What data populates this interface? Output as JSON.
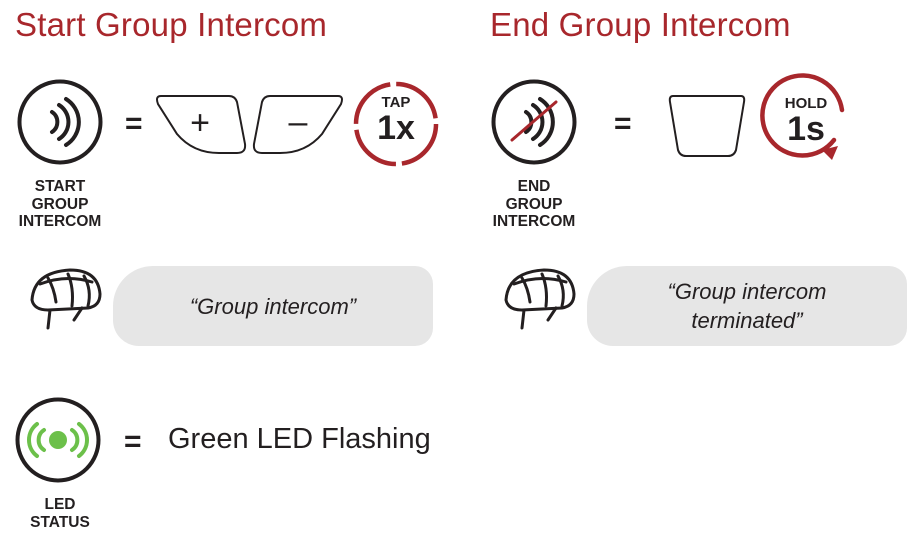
{
  "start": {
    "title": "Start Group Intercom",
    "icon_caption": "START\nGROUP\nINTERCOM",
    "equals": "=",
    "buttons": [
      {
        "label": "+"
      },
      {
        "label": "–"
      }
    ],
    "action": {
      "word": "TAP",
      "count": "1x"
    },
    "voice_prompt": "“Group intercom”"
  },
  "end": {
    "title": "End Group Intercom",
    "icon_caption": "END\nGROUP\nINTERCOM",
    "equals": "=",
    "action": {
      "word": "HOLD",
      "count": "1s"
    },
    "voice_prompt": "“Group intercom\nterminated”"
  },
  "led": {
    "caption": "LED\nSTATUS",
    "equals": "=",
    "description": "Green LED Flashing",
    "led_color": "#6cc04a"
  },
  "colors": {
    "accent": "#a8272c",
    "ink": "#231f20",
    "bubble": "#e6e6e6"
  },
  "icons": {
    "intercom": "group-intercom-icon",
    "end_intercom": "group-intercom-off-icon",
    "helmet": "helmet-icon",
    "led": "led-flashing-icon"
  }
}
